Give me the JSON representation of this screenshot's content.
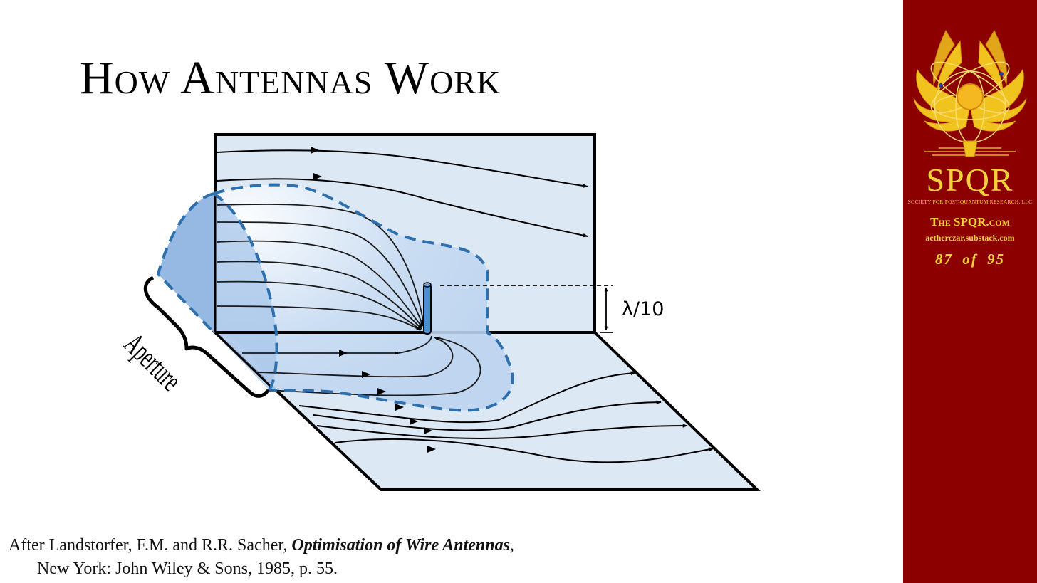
{
  "slide": {
    "title": "How Antennas Work"
  },
  "diagram": {
    "aperture_label": "Aperture",
    "height_label": "λ/10"
  },
  "citation": {
    "line1_prefix": "After Landstorfer, F.M. and R.R. Sacher, ",
    "line1_book": "Optimisation of  Wire Antennas",
    "line1_suffix": ",",
    "line2": "New York: John Wiley & Sons, 1985, p. 55."
  },
  "sidebar": {
    "brand_name": "SPQR",
    "brand_subtitle": "SOCIETY FOR POST-QUANTUM RESEARCH, LLC",
    "website": "The SPQR.com",
    "substack": "aetherczar.substack.com",
    "page_current": "87",
    "page_of": "of",
    "page_total": "95",
    "background_color": "#8d0000",
    "accent_color": "#f4d23a"
  },
  "colors": {
    "plane_fill": "#dde8f5",
    "capture_region": "#bcd3ef",
    "dashed_boundary": "#2e6fae",
    "antenna": "#4a8fd1"
  }
}
